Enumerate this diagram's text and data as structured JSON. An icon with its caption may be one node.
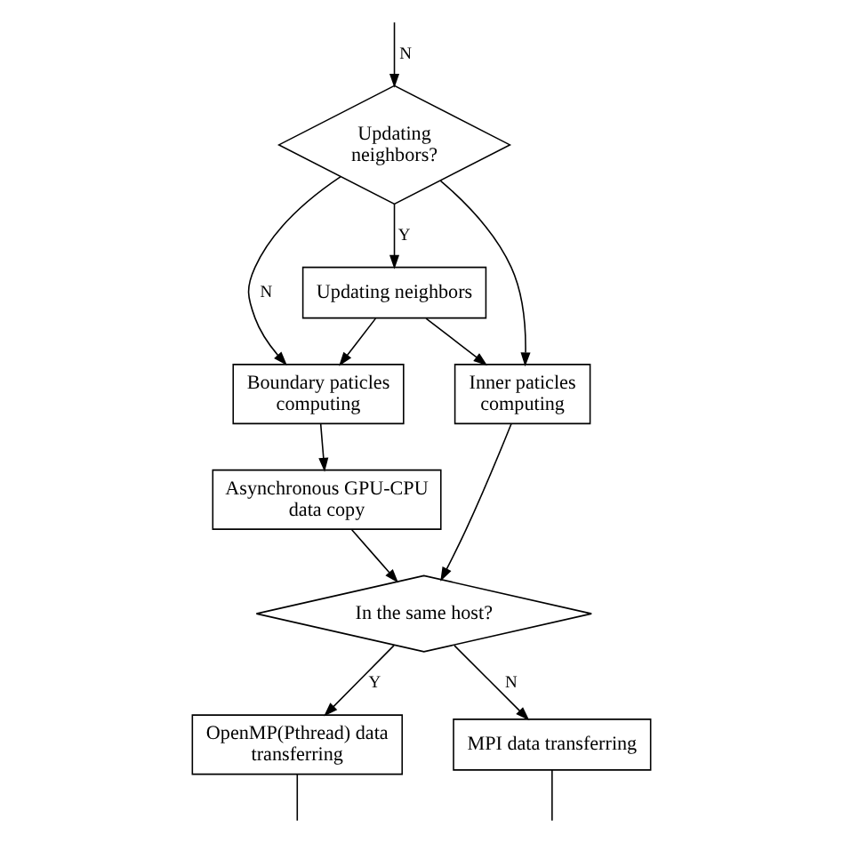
{
  "diagram": {
    "nodes": [
      {
        "text": [
          "Updating neighbors?"
        ]
      },
      {
        "text": [
          "Updating neighbors"
        ]
      },
      {
        "text": [
          "Boundary paticles computing"
        ]
      },
      {
        "text": [
          "Inner paticles computing"
        ]
      },
      {
        "text": [
          "Asynchronous GPU-CPU data copy"
        ]
      },
      {
        "text": [
          "In the same host?"
        ]
      },
      {
        "text": [
          "OpenMP(Pthread) data transferring"
        ]
      },
      {
        "text": [
          "MPI data transferring"
        ]
      }
    ],
    "edges": [
      {
        "from": null,
        "to": 0,
        "label": "N",
        "arrow": "to"
      },
      {
        "from": 0,
        "to": 1,
        "label": "Y",
        "arrow": "to"
      },
      {
        "from": 0,
        "to": 2,
        "label": "N",
        "arrow": "to"
      },
      {
        "from": 0,
        "to": 3,
        "arrow": "to"
      },
      {
        "from": 1,
        "to": 2,
        "arrow": "to"
      },
      {
        "from": 1,
        "to": 3,
        "arrow": "to"
      },
      {
        "from": 2,
        "to": 4,
        "arrow": "to"
      },
      {
        "from": 4,
        "to": 5,
        "arrow": "to"
      },
      {
        "from": 3,
        "to": 5,
        "arrow": "to"
      },
      {
        "from": 5,
        "to": 6,
        "label": "Y",
        "arrow": "to"
      },
      {
        "from": 5,
        "to": 7,
        "label": "N",
        "arrow": "to"
      },
      {
        "from": 6,
        "to": null,
        "arrow": "none"
      },
      {
        "from": 7,
        "to": null,
        "arrow": "none"
      }
    ]
  }
}
